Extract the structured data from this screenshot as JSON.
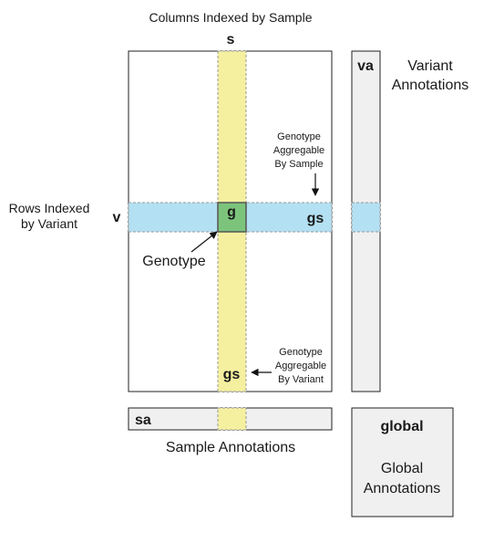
{
  "columns_label": "Columns Indexed by Sample",
  "column_key": "s",
  "rows_label_line1": "Rows Indexed",
  "rows_label_line2": "by Variant",
  "row_key": "v",
  "genotype_cell": "g",
  "genotype_label": "Genotype",
  "gs_right": "gs",
  "gs_bottom": "gs",
  "agg_sample": [
    "Genotype",
    "Aggregable",
    "By Sample"
  ],
  "agg_variant": [
    "Genotype",
    "Aggregable",
    "By Variant"
  ],
  "va_key": "va",
  "variant_annotations": [
    "Variant",
    "Annotations"
  ],
  "sa_key": "sa",
  "sample_annotations": "Sample Annotations",
  "global_key": "global",
  "global_annotations": [
    "Global",
    "Annotations"
  ],
  "colors": {
    "column_band": "#f5f0a0",
    "row_band": "#b3e0f2",
    "genotype_cell": "#7cc47c",
    "annotation_panel": "#f0f0f0",
    "outline": "#222222",
    "dashed": "#999999"
  }
}
